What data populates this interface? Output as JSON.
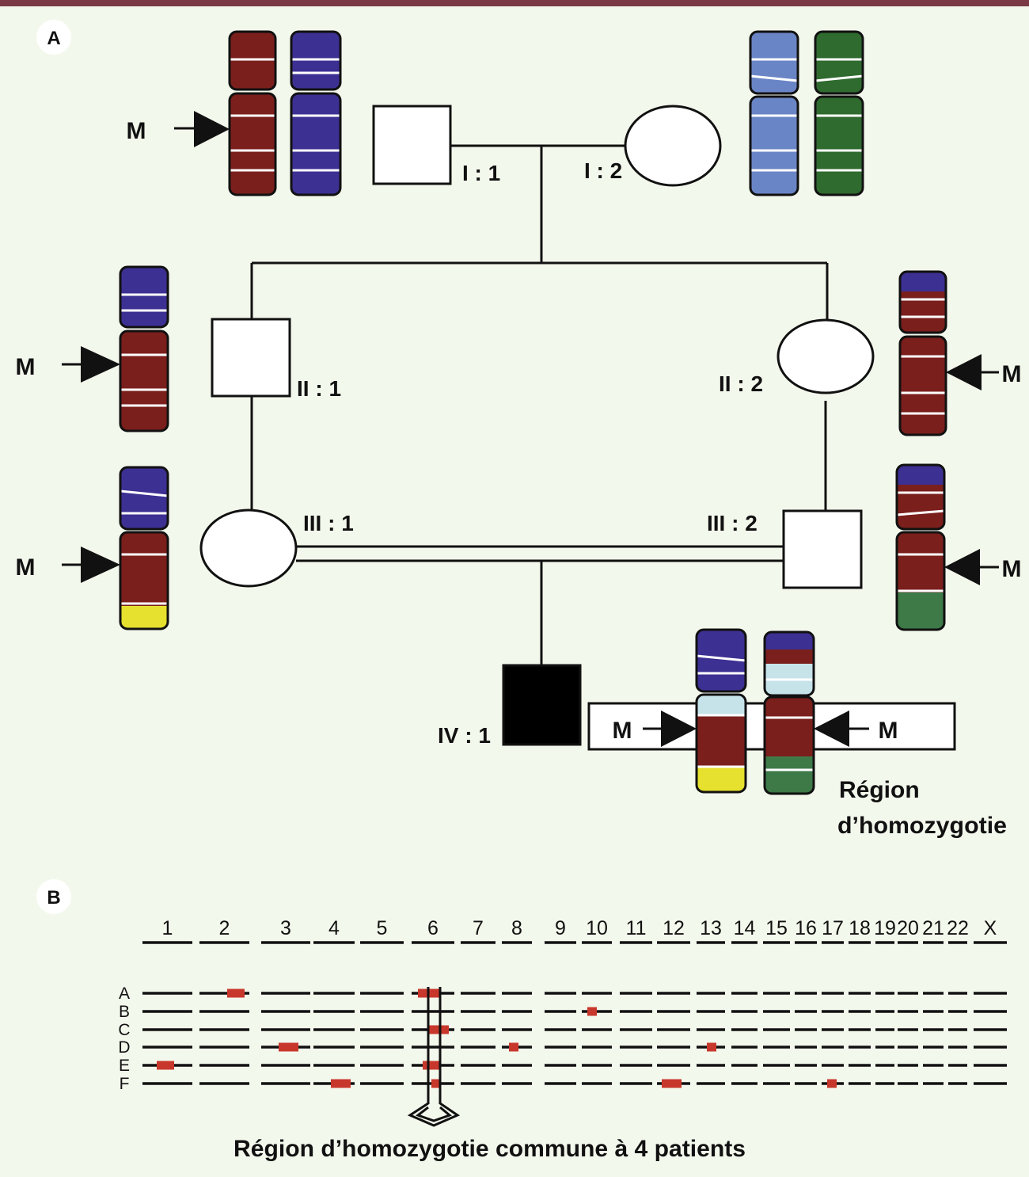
{
  "colors": {
    "background": "#f3f8ec",
    "top_border": "#7b3946",
    "maroon": "#7a1f1c",
    "blue": "#3c3093",
    "light_blue": "#6a85c6",
    "green": "#2f6a2e",
    "dark_green": "#3d7a48",
    "yellow": "#e6e02e",
    "light_cyan": "#c6e3ea",
    "homozygous_mark": "#c8372c",
    "affected": "#000000",
    "unaffected": "#ffffff"
  },
  "panel_a": {
    "label": "A",
    "individuals": {
      "I_1": "I : 1",
      "I_2": "I : 2",
      "II_1": "II : 1",
      "II_2": "II : 2",
      "III_1": "III : 1",
      "III_2": "III : 2",
      "IV_1": "IV : 1"
    },
    "mutation_marker": "M",
    "region_label": [
      "Région",
      "d’homozygotie"
    ]
  },
  "panel_b": {
    "label": "B",
    "chromosomes": [
      "1",
      "2",
      "3",
      "4",
      "5",
      "6",
      "7",
      "8",
      "9",
      "10",
      "11",
      "12",
      "13",
      "14",
      "15",
      "16",
      "17",
      "18",
      "19",
      "20",
      "21",
      "22",
      "X"
    ],
    "patients": [
      "A",
      "B",
      "C",
      "D",
      "E",
      "F"
    ],
    "homozygous_regions": {
      "A": [
        2,
        6
      ],
      "B": [
        10
      ],
      "C": [
        6
      ],
      "D": [
        3,
        8,
        13
      ],
      "E": [
        1,
        6
      ],
      "F": [
        4,
        6,
        12,
        17
      ]
    },
    "common_region_chromosome": 6,
    "common_region_caption": "Région d’homozygotie commune à 4 patients"
  }
}
